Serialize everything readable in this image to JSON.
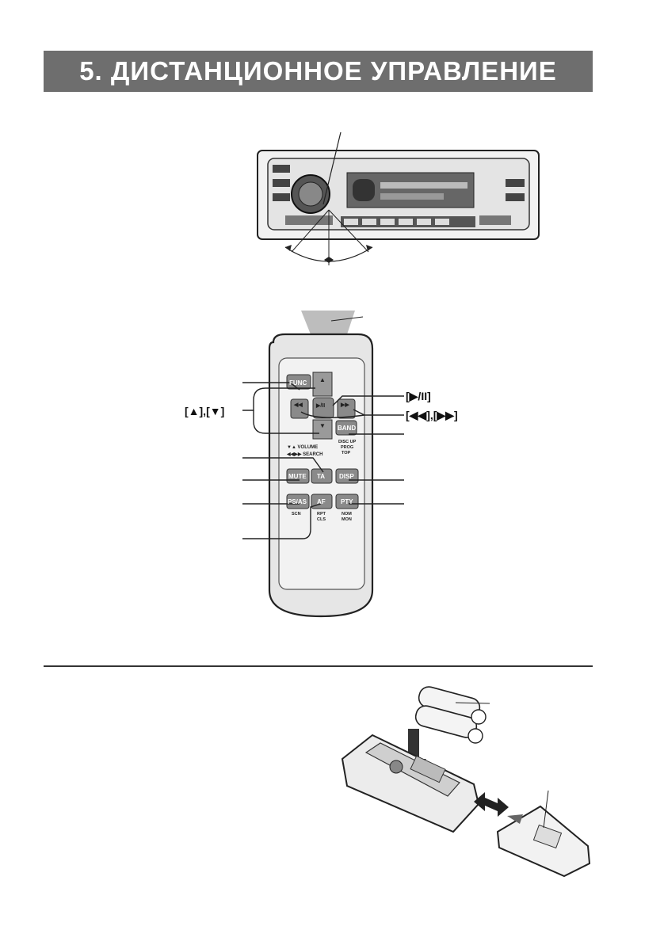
{
  "page": {
    "title": "5. ДИСТАНЦИОННОЕ УПРАВЛЕНИЕ"
  },
  "remote": {
    "labels": {
      "up_down": "[▲],[▼]",
      "play_pause": "[▶/II]",
      "rew_ff": "[◀◀],[▶▶]"
    },
    "buttons": {
      "func": "FUNC",
      "up": "▲",
      "rew": "◀◀",
      "play": "▶/II",
      "ff": "▶▶",
      "down": "▼",
      "band": "BAND",
      "band_sub": [
        "DISC UP",
        "PROG",
        "TOP"
      ],
      "vol_text": [
        "▼▲ VOLUME",
        "◀◀▶▶ SEARCH"
      ],
      "mute": "MUTE",
      "ta": "TA",
      "disp": "DISP",
      "ps_as": "PS/AS",
      "ps_as_sub": "SCN",
      "af": "AF",
      "af_sub": [
        "RPT",
        "CLS"
      ],
      "pty": "PTY",
      "pty_sub": [
        "NOM",
        "MON"
      ]
    }
  }
}
